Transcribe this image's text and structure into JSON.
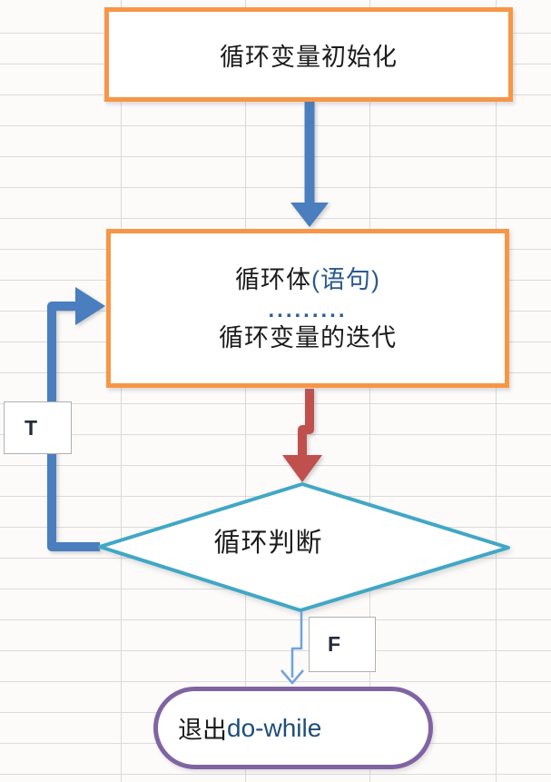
{
  "canvas": {
    "background": "#FCFBFA",
    "grid_color": "#D9D9D9"
  },
  "colors": {
    "process_border": "#F79646",
    "decision_border": "#41A7C5",
    "terminator_border": "#8064A2",
    "arrow_blue": "#4A7EBE",
    "arrow_red": "#C0504D",
    "arrow_light_blue": "#6FA3DB",
    "text_primary": "#1B1B1B",
    "text_navy": "#2C5A8C",
    "label_box_border": "#B0B0B0"
  },
  "nodes": {
    "init": {
      "label": "循环变量初始化"
    },
    "body": {
      "title": "循环体",
      "title_suffix": "(语句)",
      "dots": ".........",
      "subtitle": "循环变量的迭代"
    },
    "judge": {
      "label": "循环判断"
    },
    "exit": {
      "label_cn": "退出",
      "label_en": "do-while"
    }
  },
  "edge_labels": {
    "true": "T",
    "false": "F"
  }
}
